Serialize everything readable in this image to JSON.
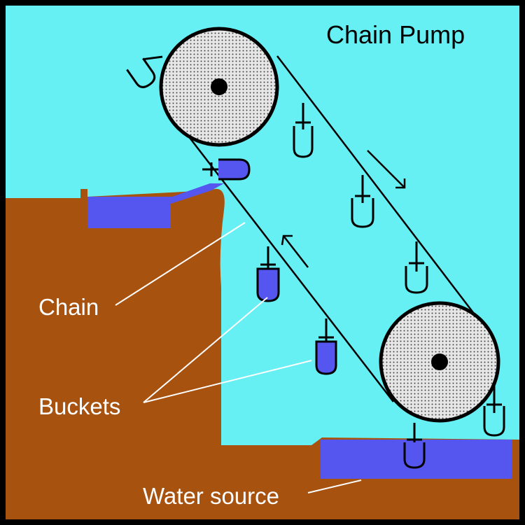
{
  "title": "Chain Pump",
  "labels": {
    "chain": "Chain",
    "buckets": "Buckets",
    "water_source": "Water source"
  },
  "colors": {
    "sky": "#66f0f4",
    "ground": "#a85210",
    "water": "#5555f0",
    "outline": "#000000",
    "wheel_fill": "#e4e4e4",
    "label_text": "#ffffff"
  },
  "icons": {
    "wheel": "dotted-wheel-with-hub",
    "bucket": "u-shaped-bucket",
    "arrow": "direction-arrow"
  }
}
